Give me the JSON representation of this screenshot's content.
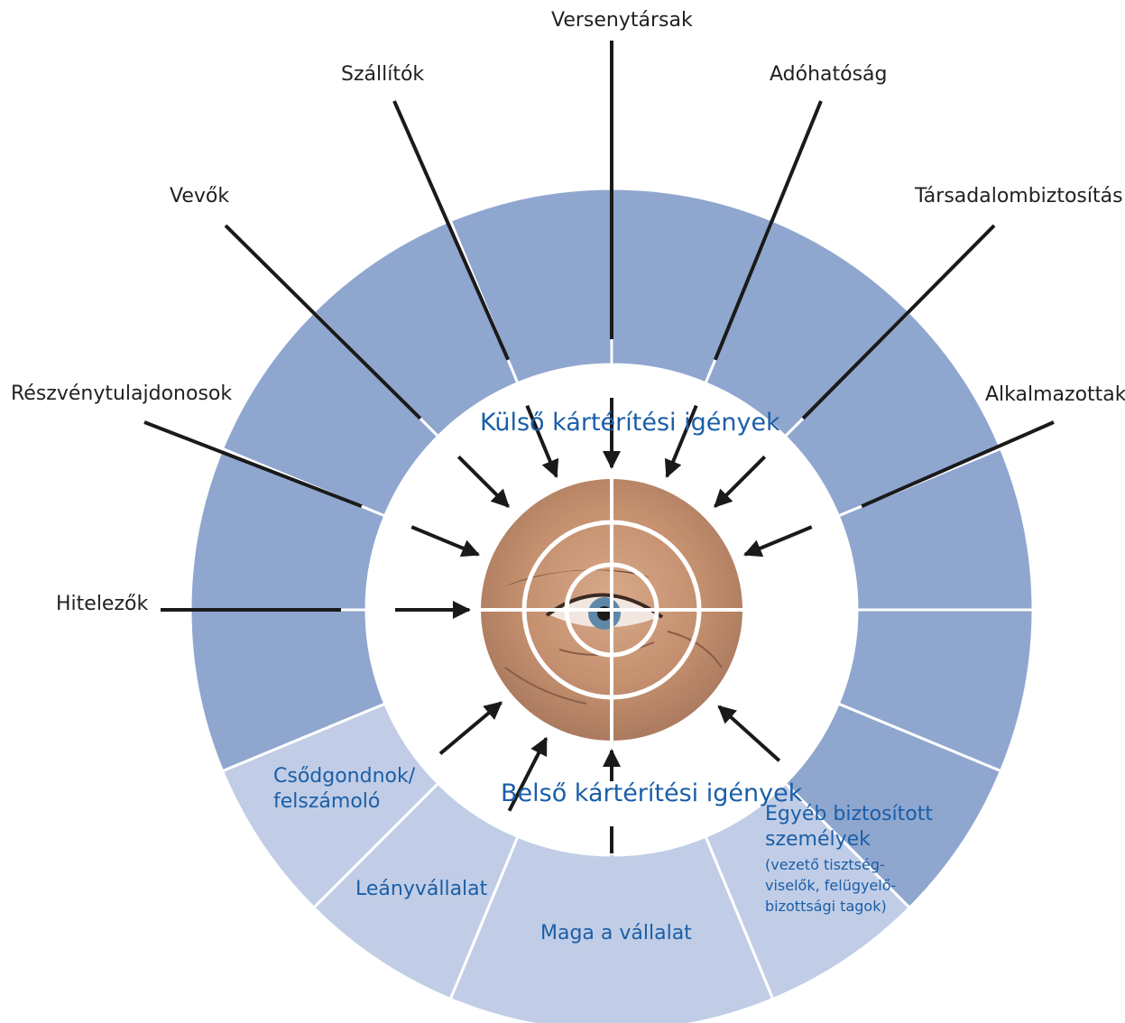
{
  "colors": {
    "external_ring": "#8fa6cf",
    "internal_ring": "#c1cde6",
    "label_dark": "#231f20",
    "label_blue": "#1a5ea8",
    "arrow": "#1a1a1a"
  },
  "center": {
    "image": "eye-closeup",
    "crosshair": true
  },
  "inner_titles": {
    "external": "Külső kártérítési igények",
    "internal": "Belső kártérítési igények"
  },
  "external_claimants": [
    "Versenytársak",
    "Adóhatóság",
    "Társadalombiztosítás",
    "Alkalmazottak",
    "Szállítók",
    "Vevők",
    "Részvénytulajdonosok",
    "Hitelezők"
  ],
  "internal_claimants": {
    "bankruptcy_line1": "Csődgondnok/",
    "bankruptcy_line2": "felszámoló",
    "subsidiary": "Leányvállalat",
    "company": "Maga a vállalat",
    "other_line1": "Egyéb biztosított",
    "other_line2": "személyek",
    "other_detail1": "(vezető tisztség-",
    "other_detail2": "viselők, felügyelő-",
    "other_detail3": "bizottsági tagok)"
  }
}
